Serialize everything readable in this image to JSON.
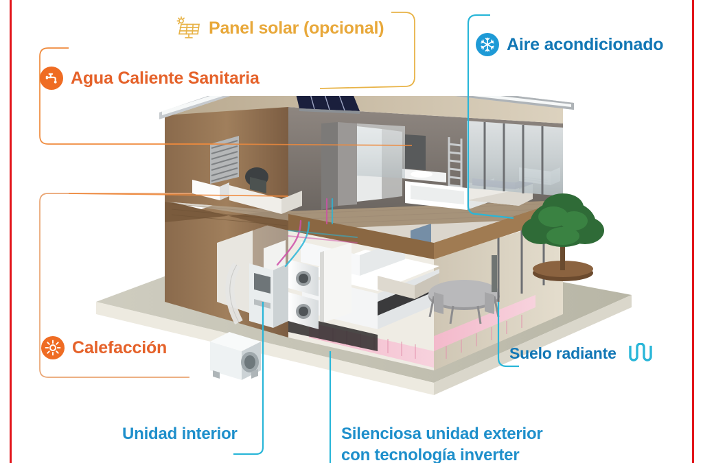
{
  "page": {
    "title": "Esquema de instalación de aerotermia en vivienda",
    "background": "#ffffff",
    "rule_color": "#e2151b"
  },
  "colors": {
    "orange": "#e5622a",
    "orange_badge": "#ef6c23",
    "gold": "#e8a83a",
    "blue": "#1277b5",
    "blue_light": "#1e9ad6",
    "cyan": "#29b6d8",
    "red_rule": "#e2151b"
  },
  "labels": {
    "acs": {
      "text": "Agua Caliente Sanitaria",
      "icon": "faucet-icon",
      "color": "#e5622a"
    },
    "solar": {
      "text": "Panel solar (opcional)",
      "icon": "solar-panel-icon",
      "color": "#e8a83a"
    },
    "aire": {
      "text": "Aire acondicionado",
      "icon": "snowflake-icon",
      "color": "#1277b5"
    },
    "calefaccion": {
      "text": "Calefacción",
      "icon": "sun-icon",
      "color": "#e5622a"
    },
    "suelo": {
      "text": "Suelo radiante",
      "icon": "radiant-coil-icon",
      "color": "#1277b5"
    },
    "unidad_interior": {
      "text": "Unidad interior",
      "color": "#1e8fcb"
    },
    "unidad_exterior": {
      "line1": "Silenciosa unidad exterior",
      "line2": "con tecnología inverter",
      "color": "#1e8fcb"
    }
  },
  "illustration": {
    "name": "cutaway-house-3d",
    "description": "Vivienda unifamiliar de dos plantas en sección, con panel solar en cubierta, dormitorio y baño en planta alta, cocina-salón y cuarto técnico en planta baja, unidad exterior junto a la fachada y árbol en el jardín.",
    "elements": [
      "solar-panel-roof",
      "upper-floor-bedroom",
      "upper-floor-bathroom",
      "upper-floor-study",
      "wall-radiator",
      "split-air-unit",
      "indoor-heat-pump-unit",
      "washing-machine",
      "dryer",
      "outdoor-inverter-unit",
      "kitchen",
      "dining-table",
      "underfloor-heating-pink",
      "garden-tree",
      "ground-slab"
    ]
  }
}
